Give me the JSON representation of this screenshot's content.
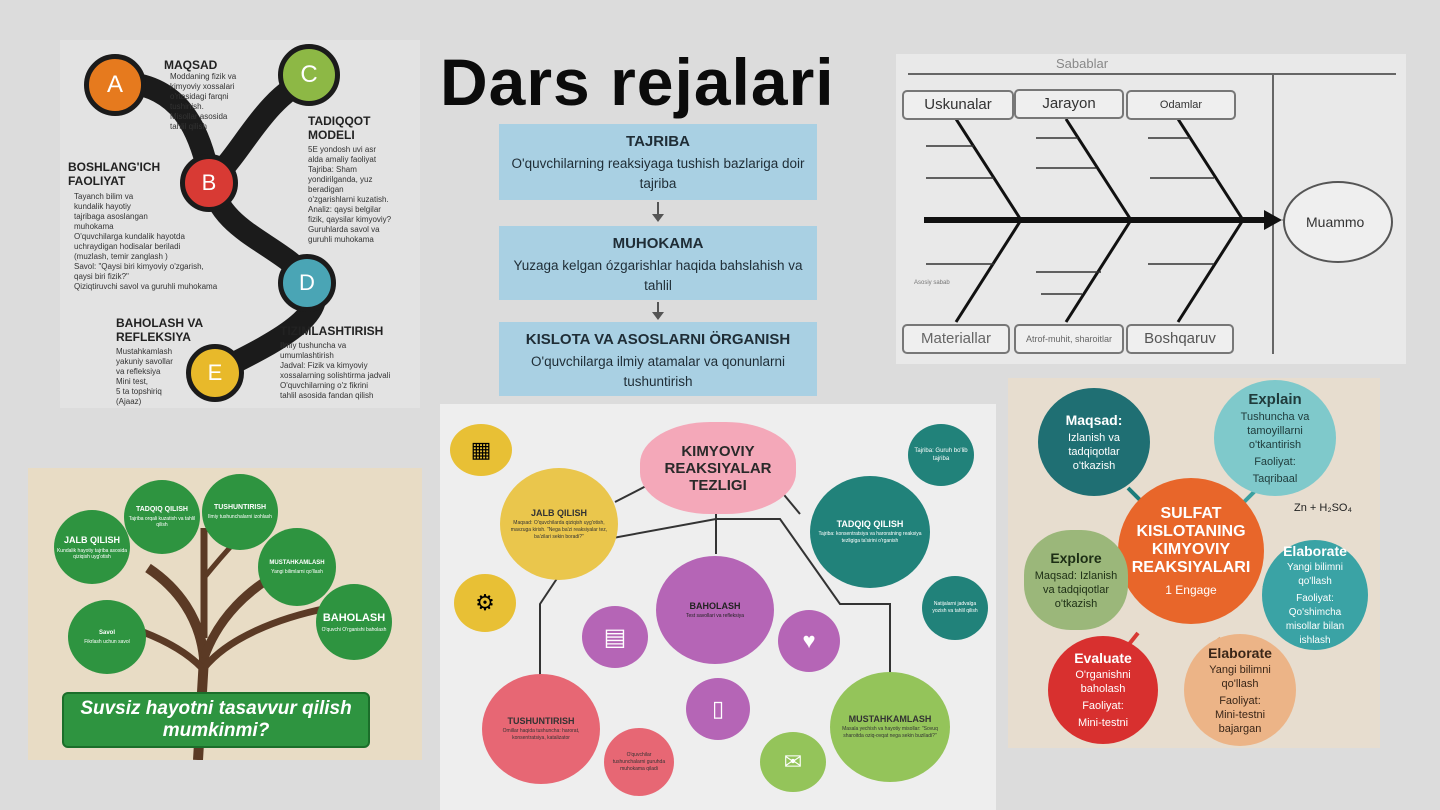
{
  "title": "Dars rejalari",
  "abc": {
    "letters": [
      "A",
      "B",
      "C",
      "D",
      "E"
    ],
    "maqsad": {
      "h": "MAQSAD",
      "d": [
        "Moddaning fizik va",
        "kimyoviy xossalari",
        "o'rtasidagi farqni",
        "tushinish.",
        "Misollar asosida",
        "tahlil qilish"
      ]
    },
    "boshlang": {
      "h1": "BOSHLANG'ICH",
      "h2": "FAOLIYAT",
      "d": [
        "Tayanch bilim va",
        "kundalik hayotiy",
        "tajribaga asoslangan",
        "muhokama",
        "O'quvchilarga kundalik hayotda",
        "uchraydigan hodisalar beriladi",
        "(muzlash, temir zanglash )",
        "Savol: \"Qaysi biri kimyoviy o'zgarish,",
        "qaysi biri fizik?\"",
        "Qiziqtiruvchi savol va guruhli muhokama"
      ]
    },
    "tadqiqot": {
      "h1": "TADIQQOT",
      "h2": "MODELI",
      "d": [
        "5E yondosh uvi asr",
        "alda amaliy faoliyat",
        "Tajriba: Sham",
        "yondirilganda, yuz",
        "beradigan",
        "o'zgarishlarni kuzatish.",
        "Analiz: qaysi belgilar",
        "fizik, qaysilar kimyoviy?",
        "Guruhlarda savol va",
        "guruhli muhokama"
      ]
    },
    "baholash": {
      "h1": "BAHOLASH VA",
      "h2": "REFLEKSIYA",
      "d": [
        "Mustahkamlash",
        "yakuniy savollar",
        "va refleksiya",
        "Mini test,",
        "5 ta topshiriq",
        "(Ajaaz)"
      ]
    },
    "tizim": {
      "h": "TIZIMLASHTIRISH",
      "d": [
        "Ilmiy tushuncha va",
        "umumlashtirish",
        "Jadval: Fizik va kimyoviy",
        "xossalarning solishtirma jadvali",
        "O'quvchilarning o'z fikrini",
        "tahlil asosida fandan qilish"
      ]
    }
  },
  "flow": [
    {
      "t": "TAJRIBA",
      "d": "O'quvchilarning reaksiyaga tushish bazlariga doir tajriba"
    },
    {
      "t": "MUHOKAMA",
      "d": "Yuzaga kelgan ózgarishlar haqida bahslahish va tahlil"
    },
    {
      "t": "KISLOTA VA ASOSLARNI ÖRGANISH",
      "d": "O'quvchilarga ilmiy atamalar va qonunlarni tushuntirish"
    }
  ],
  "fishbone": {
    "top_label": "Sabablar",
    "top": [
      "Uskunalar",
      "Jarayon",
      "Odamlar"
    ],
    "bottom": [
      "Materiallar",
      "Atrof-muhit, sharoitlar",
      "Boshqaruv"
    ],
    "head": "Muammo",
    "small_note": "Asosiy sabab"
  },
  "tree": {
    "circles": [
      {
        "t": "JALB QILISH",
        "d": "Kundalik hayotiy tajriba asosida qiziqish uyg'otish"
      },
      {
        "t": "TADQIQ QILISH",
        "d": "Tajriba orqali kuzatish va tahlil qilish"
      },
      {
        "t": "TUSHUNTIRISH",
        "d": "Ilmiy tushunchalarni izohlash"
      },
      {
        "t": "MUSTAHKAMLASH",
        "d": "Yangi bilimlarni qo'llash"
      },
      {
        "t": "BAHOLASH",
        "d": "O'quvchi O'rganishi baholash"
      },
      {
        "t": "Savol",
        "d": "Fikrlash uchun savol"
      }
    ],
    "banner1": "Suvsiz hayotni tasavvur qilish",
    "banner2": "mumkinmi?"
  },
  "mind": {
    "center1": "KIMYOVIY",
    "center2": "REAKSIYALAR",
    "center3": "TEZLIGI",
    "jalb": {
      "t": "JALB QILISH",
      "d": "Maqsad: O'quvchilarda qiziqish uyg'otish, mavzuga kirish. \"Nega ba'zi reaksiyalar tez, ba'zilari sekin boradi?\""
    },
    "tadqiq": {
      "t": "TADQIQ QILISH",
      "d": "Tajriba: konsentratsiya va haroratning reaksiya tezligiga ta'sirini o'rganish"
    },
    "tadqiq_top": "Tajriba: Guruh bo'lib tajriba",
    "tadqiq_side": "Natijalarni jadvalga yozish va tahlil qilish",
    "baholash": {
      "t": "BAHOLASH",
      "d": "Test savollari va refleksiya"
    },
    "tushuntirish": {
      "t": "TUSHUNTIRISH",
      "d": "Omillar haqida tushuncha: harorat, konsentratsiya, katalizator"
    },
    "tush_small": "O'quvchilar tushunchalarni guruhda muhokama qiladi",
    "mustahkamlash": {
      "t": "MUSTAHKAMLASH",
      "d": "Masala yechish va hayotiy misollar: \"Sovuq sharoitda oziq-ovqat nega sekin buziladi?\""
    }
  },
  "fiveE": {
    "maqsad": {
      "t": "Maqsad:",
      "d": "Izlanish va tadqiqotlar o'tkazish"
    },
    "explain": {
      "t": "Explain",
      "d": "Tushuncha va tamoyillarni o'tkantirish",
      "f": "Faoliyat:",
      "f2": "Taqribaal"
    },
    "center": {
      "t1": "SULFAT",
      "t2": "KISLOTANING",
      "t3": "KIMYOVIY",
      "t4": "REAKSIYALARI",
      "sub": "1 Engage"
    },
    "formula": "Zn + H₂SO₄",
    "explore": {
      "t": "Explore",
      "d": "Maqsad: Izlanish va tadqiqotlar o'tkazish"
    },
    "elaborate1": {
      "t": "Elaborate",
      "d": "Yangi bilimni qo'llash",
      "f": "Faoliyat:",
      "f2": "Qo'shimcha misollar bilan ishlash"
    },
    "evaluate": {
      "t": "Evaluate",
      "d": "O'rganishni baholash",
      "f": "Faoliyat:",
      "f2": "Mini-testni"
    },
    "elaborate2": {
      "t": "Elaborate",
      "d": "Yangi bilimni qo'llash",
      "f": "Faoliyat:",
      "f2": "Mini-testni bajargan"
    }
  }
}
